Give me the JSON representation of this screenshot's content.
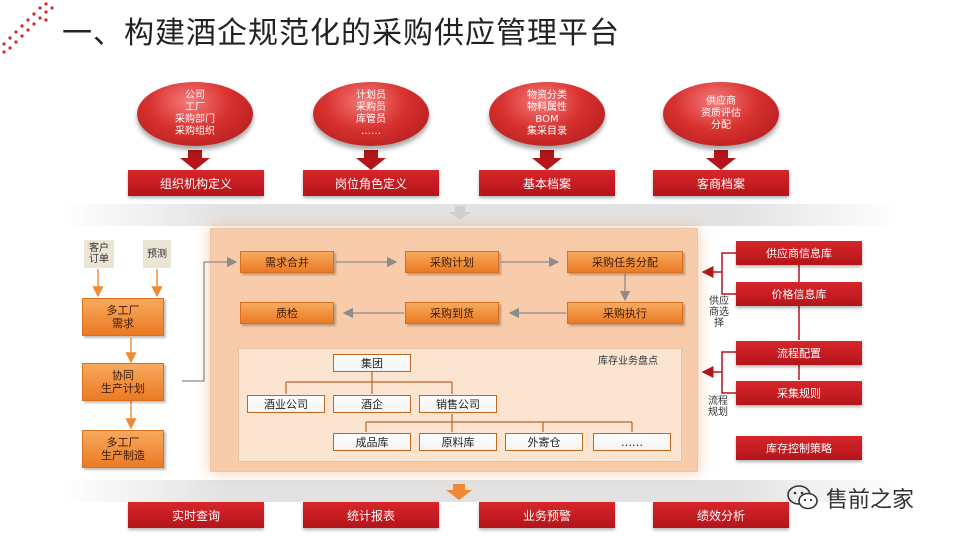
{
  "title": "一、构建酒企规范化的采购供应管理平台",
  "top_items": [
    {
      "oval": [
        "公司",
        "工厂",
        "采购部门",
        "采购组织"
      ],
      "label": "组织机构定义"
    },
    {
      "oval": [
        "计划员",
        "采购员",
        "库管员",
        "……"
      ],
      "label": "岗位角色定义"
    },
    {
      "oval": [
        "物资分类",
        "物料属性",
        "BOM",
        "集采目录"
      ],
      "label": "基本档案"
    },
    {
      "oval": [
        "供应商",
        "资质评估",
        "分配"
      ],
      "label": "客商档案"
    }
  ],
  "left": {
    "customer_order": [
      "客户",
      "订单"
    ],
    "forecast": "预测",
    "demand": [
      "多工厂",
      "需求"
    ],
    "coop_plan": [
      "协同",
      "生产计划"
    ],
    "manufacture": [
      "多工厂",
      "生产制造"
    ]
  },
  "flow": {
    "merge": "需求合并",
    "plan": "采购计划",
    "assign": "采购任务分配",
    "qc": "质检",
    "arrival": "采购到货",
    "execute": "采购执行"
  },
  "inventory": {
    "label": "库存业务盘点",
    "group": "集团",
    "companies": [
      "酒业公司",
      "酒企",
      "销售公司"
    ],
    "stores": [
      "成品库",
      "原料库",
      "外寄仓",
      "……"
    ]
  },
  "right": {
    "boxes": [
      "供应商信息库",
      "价格信息库",
      "流程配置",
      "采集规则",
      "库存控制策略"
    ],
    "supplier_select": [
      "供应",
      "商选",
      "择"
    ],
    "process_plan": [
      "流程",
      "规划"
    ]
  },
  "bottom": [
    "实时查询",
    "统计报表",
    "业务预警",
    "绩效分析"
  ],
  "brand": "售前之家",
  "colors": {
    "red": "#c81e22",
    "orange": "#f08a32",
    "panel": "#f8ccab"
  }
}
